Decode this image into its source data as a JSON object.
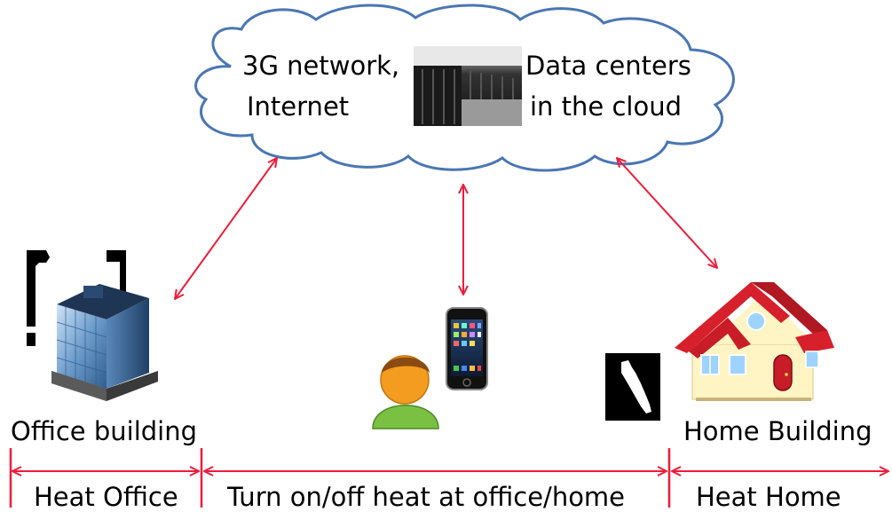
{
  "cloud": {
    "left_line1": "3G network,",
    "left_line2": "Internet",
    "right_line1": "Data centers",
    "right_line2": "in the cloud"
  },
  "office": {
    "label": "Office building"
  },
  "home": {
    "label": "Home Building"
  },
  "bottom": {
    "heat_office": "Heat Office",
    "turn_on_off": "Turn on/off heat at office/home",
    "heat_home": "Heat Home"
  },
  "colors": {
    "arrow": "#ee1c3a",
    "cloud_stroke": "#4a76b3",
    "person_head": "#f39c1f",
    "person_body": "#7ac143",
    "roof": "#d6202b",
    "wall": "#fff4c4"
  },
  "icons": [
    "cloud-icon",
    "server-rack-icon",
    "office-building-icon",
    "house-icon",
    "smartphone-icon",
    "person-icon"
  ]
}
